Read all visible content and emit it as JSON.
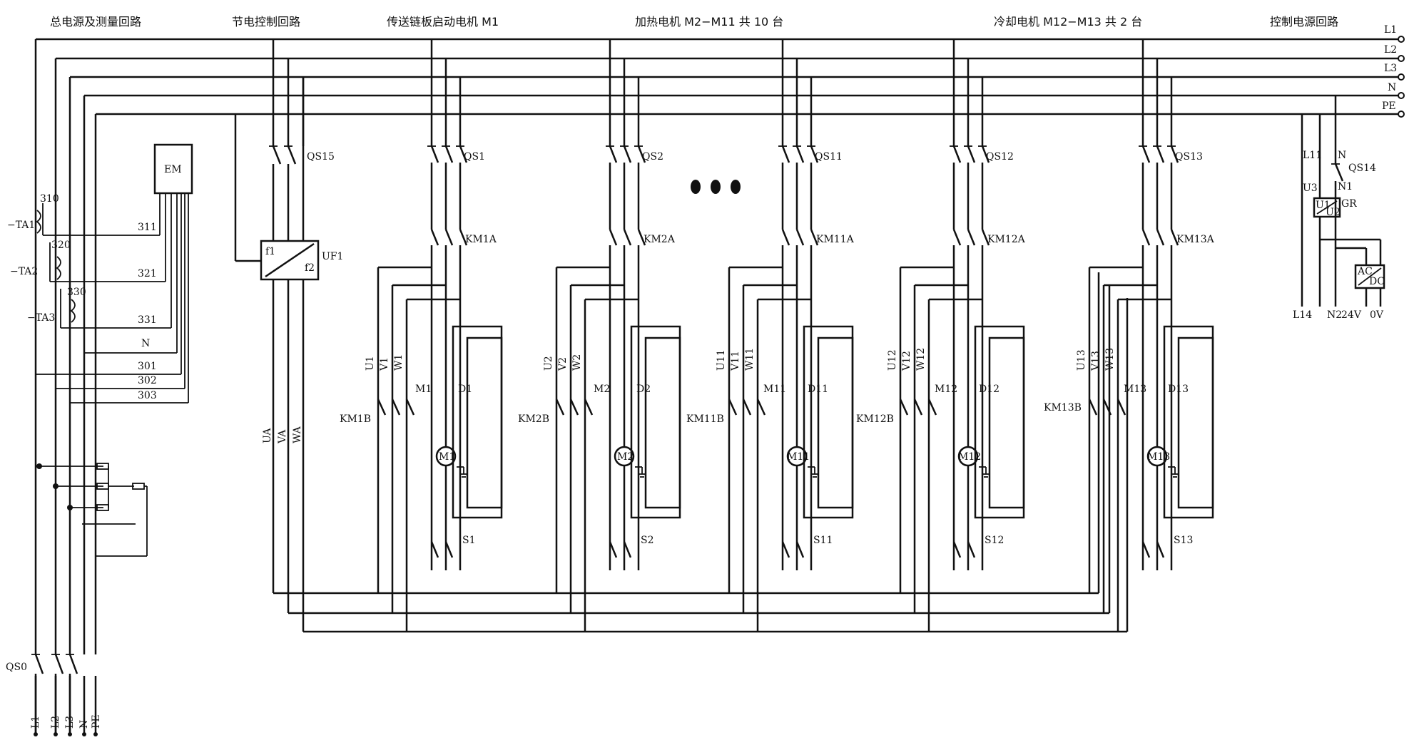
{
  "sections": {
    "main_power": "总电源及测量回路",
    "energy_saving": "节电控制回路",
    "conveyor_motor": "传送链板启动电机 M1",
    "heating_motors": "加热电机 M2−M11 共 10 台",
    "cooling_motors": "冷却电机 M12−M13 共 2 台",
    "control_power": "控制电源回路"
  },
  "buses": {
    "l1": "L1",
    "l2": "L2",
    "l3": "L3",
    "n": "N",
    "pe": "PE"
  },
  "measurement": {
    "em": "EM",
    "ta1": "−TA1",
    "ta2": "−TA2",
    "ta3": "−TA3",
    "w310": "310",
    "w320": "320",
    "w330": "330",
    "w311": "311",
    "w321": "321",
    "w331": "331",
    "wn": "N",
    "w301": "301",
    "w302": "302",
    "w303": "303"
  },
  "main_switch": {
    "qs0": "QS0",
    "terms": [
      "L1",
      "L2",
      "L3",
      "N",
      "PE"
    ]
  },
  "saving": {
    "qs15": "QS15",
    "uf1": "UF1",
    "f1": "f1",
    "f2": "f2",
    "ua": "UA",
    "va": "VA",
    "wa": "WA"
  },
  "motors": [
    {
      "qs": "QS1",
      "kma": "KM1A",
      "kmb": "KM1B",
      "u": "U1",
      "v": "V1",
      "w": "W1",
      "m": "M1",
      "d": "D1",
      "s": "S1",
      "symbol": "M1"
    },
    {
      "qs": "QS2",
      "kma": "KM2A",
      "kmb": "KM2B",
      "u": "U2",
      "v": "V2",
      "w": "W2",
      "m": "M2",
      "d": "D2",
      "s": "S2",
      "symbol": "M2"
    },
    {
      "qs": "QS11",
      "kma": "KM11A",
      "kmb": "KM11B",
      "u": "U11",
      "v": "V11",
      "w": "W11",
      "m": "M11",
      "d": "D11",
      "s": "S11",
      "symbol": "M11"
    },
    {
      "qs": "QS12",
      "kma": "KM12A",
      "kmb": "KM12B",
      "u": "U12",
      "v": "V12",
      "w": "W12",
      "m": "M12",
      "d": "D12",
      "s": "S12",
      "symbol": "M12"
    },
    {
      "qs": "QS13",
      "kma": "KM13A",
      "kmb": "KM13B",
      "u": "U13",
      "v": "V13",
      "w": "W13",
      "m": "M13",
      "d": "D13",
      "s": "S13",
      "symbol": "M13"
    }
  ],
  "control": {
    "l11": "L11",
    "n": "N",
    "qs14": "QS14",
    "u3": "U3",
    "n1": "N1",
    "gr": "GR",
    "u1": "U1",
    "u2": "U2",
    "ac": "AC",
    "dc": "DC",
    "l14": "L14",
    "n2": "N2",
    "v24": "24V",
    "v0": "0V"
  }
}
